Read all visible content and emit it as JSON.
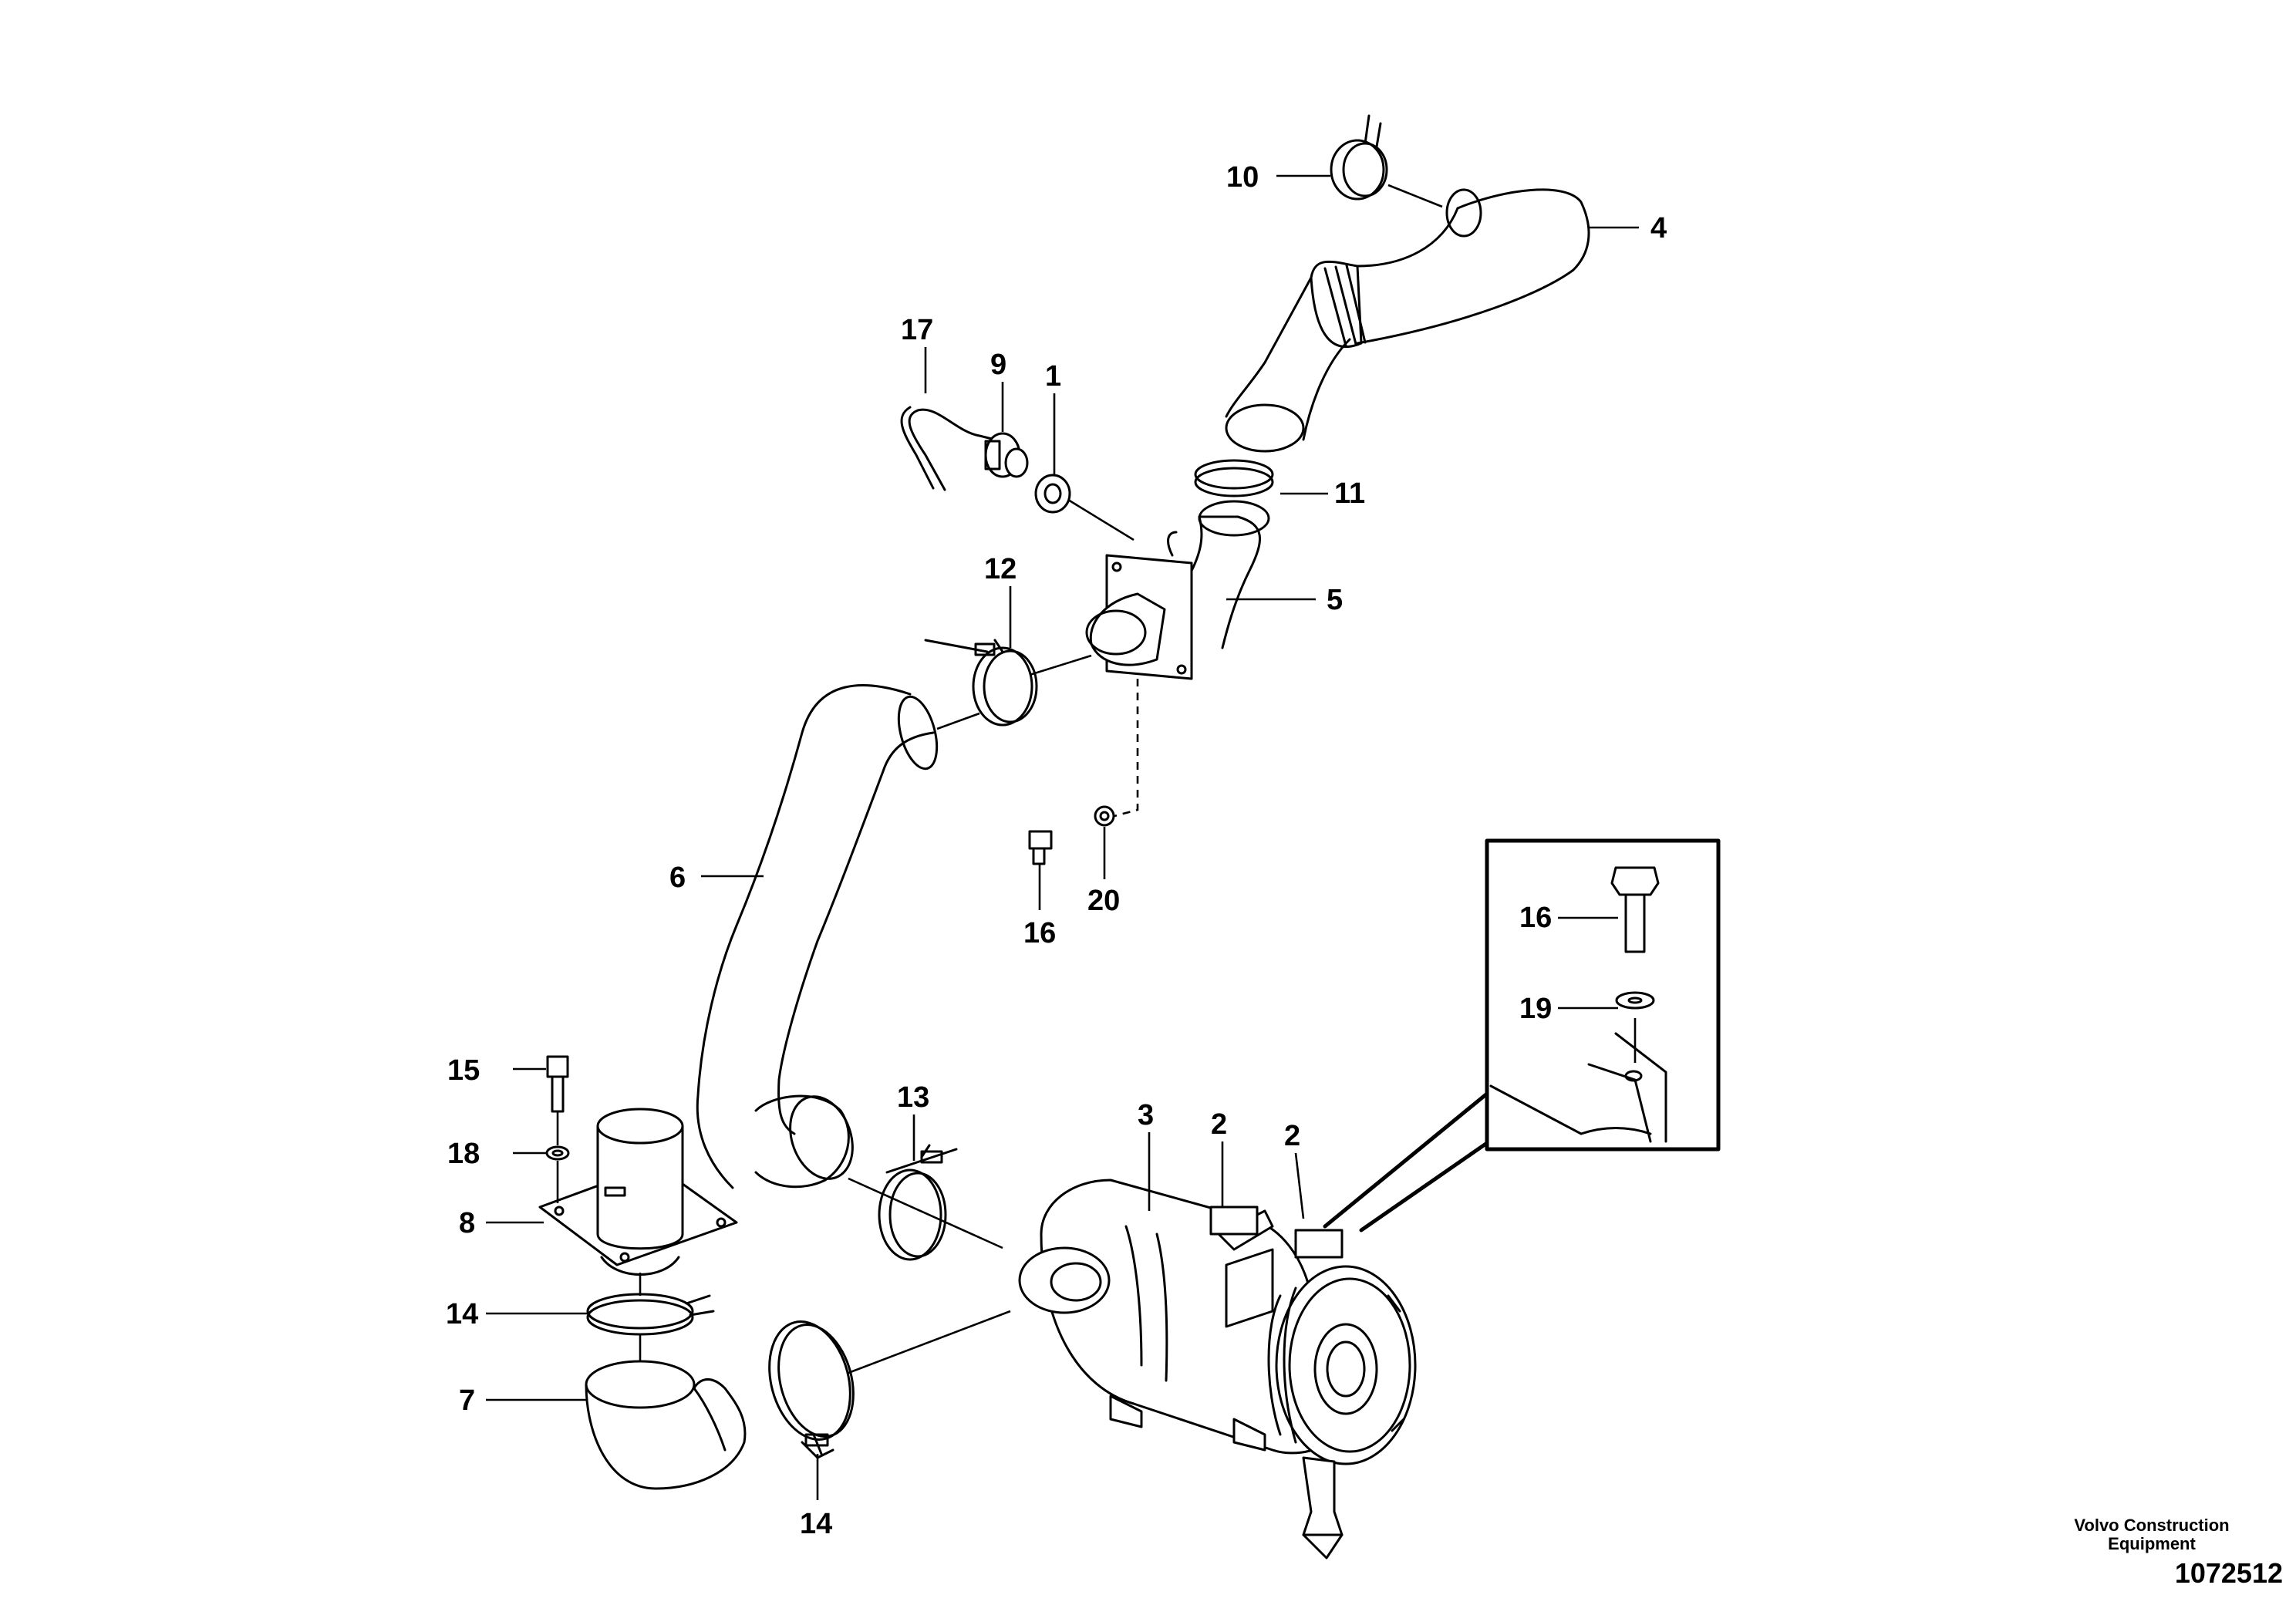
{
  "callouts": [
    "1",
    "2",
    "2",
    "3",
    "4",
    "5",
    "6",
    "7",
    "8",
    "9",
    "10",
    "11",
    "12",
    "13",
    "14",
    "14",
    "15",
    "16",
    "16",
    "17",
    "18",
    "19",
    "20"
  ],
  "credit": {
    "line1": "Volvo Construction",
    "line2": "Equipment",
    "drawing_number": "1072512"
  }
}
